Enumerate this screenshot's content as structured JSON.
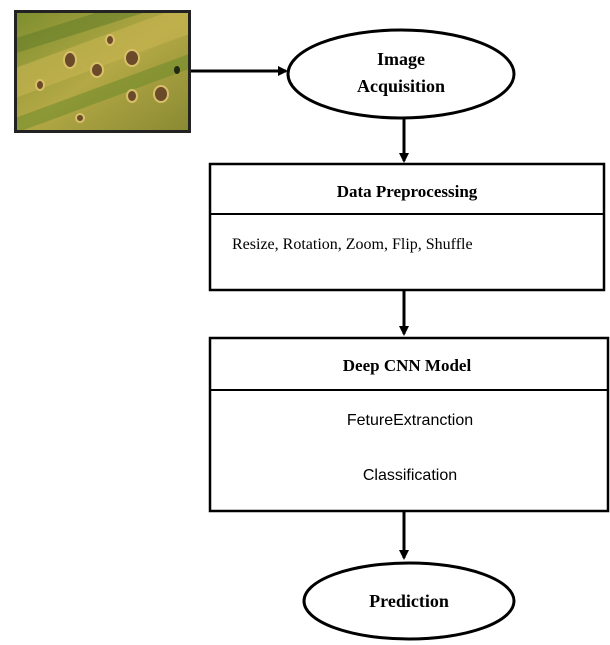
{
  "nodes": {
    "image_acquisition": {
      "line1": "Image",
      "line2": "Acquisition"
    },
    "data_preprocessing": {
      "title": "Data Preprocessing",
      "body": "Resize, Rotation, Zoom, Flip, Shuffle"
    },
    "deep_cnn_model": {
      "title": "Deep CNN Model",
      "line1": "FetureExtranction",
      "line2": "Classification"
    },
    "prediction": {
      "label": "Prediction"
    }
  },
  "colors": {
    "line": "#000000",
    "leaf_base": "#9aa13c",
    "leaf_stripe": "#c3b24d",
    "leaf_spot": "#6b4a2a"
  }
}
